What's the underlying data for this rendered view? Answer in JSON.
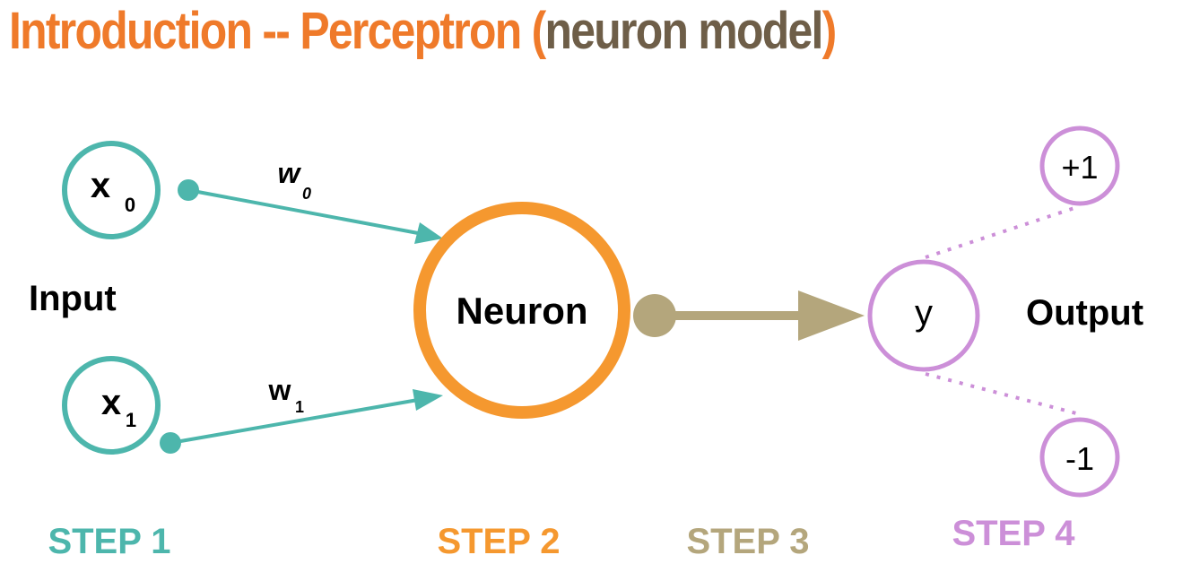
{
  "title": {
    "intro": "Introduction",
    "sep": " -- ",
    "perceptron": "Perceptron",
    "open_paren": " (",
    "neuron_model": "neuron model",
    "close_paren": ")"
  },
  "nodes": {
    "x0": {
      "base": "x",
      "sub": "0"
    },
    "x1": {
      "base": "x",
      "sub": "1"
    },
    "neuron": "Neuron",
    "y": "y",
    "plus": "+1",
    "minus": "-1"
  },
  "weights": {
    "w0": {
      "base": "w",
      "sub": "0"
    },
    "w1": {
      "base": "w",
      "sub": "1"
    }
  },
  "labels": {
    "input": "Input",
    "output": "Output"
  },
  "steps": [
    "STEP 1",
    "STEP 2",
    "STEP 3",
    "STEP 4"
  ],
  "colors": {
    "teal": "#4db6ac",
    "orange": "#f5982f",
    "tan": "#b4a67c",
    "purple": "#cc8fd8",
    "title_orange": "#ef7a2a",
    "title_brown": "#6e5e48"
  }
}
